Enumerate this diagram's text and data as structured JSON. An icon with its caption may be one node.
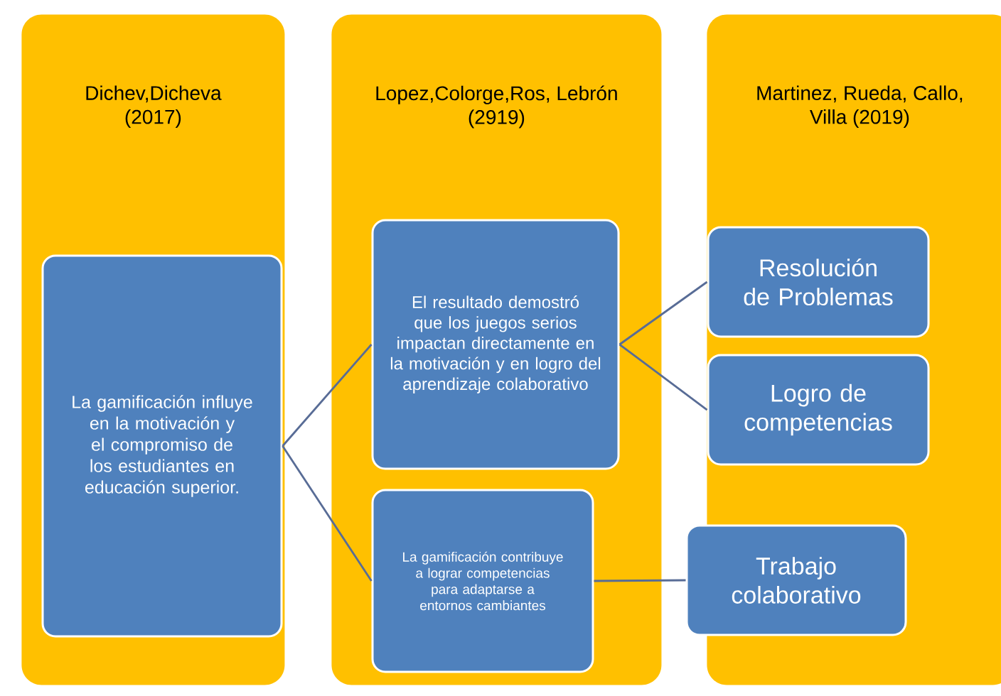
{
  "diagram": {
    "nodes": [
      {
        "text": [
          "Dichev,Dicheva (2017)"
        ]
      },
      {
        "text": [
          "La gamificación influye en la motivación y el compromiso de los estudiantes en educación superior."
        ],
        "in": 0
      },
      {
        "text": [
          "Lopez,Colorge,Ros, Lebrón (2919)"
        ]
      },
      {
        "text": [
          "El resultado demostró que los juegos serios impactan directamente en la motivación y en logro del aprendizaje colaborativo"
        ],
        "in": 2
      },
      {
        "text": [
          "La gamificación contribuye a lograr competencias para adaptarse a entornos cambiantes"
        ],
        "in": 2
      },
      {
        "text": [
          "Martinez, Rueda, Callo, Villa (2019)"
        ]
      },
      {
        "text": [
          "Resolución de Problemas"
        ],
        "in": 5
      },
      {
        "text": [
          "Logro de competencias"
        ],
        "in": 5
      },
      {
        "text": [
          "Trabajo colaborativo"
        ]
      }
    ],
    "edges": [
      {
        "from": 1,
        "to": 3,
        "arrow": "none"
      },
      {
        "from": 1,
        "to": 4,
        "arrow": "none"
      },
      {
        "from": 3,
        "to": 6,
        "arrow": "none"
      },
      {
        "from": 3,
        "to": 7,
        "arrow": "none"
      },
      {
        "from": 4,
        "to": 8,
        "arrow": "none"
      }
    ]
  }
}
